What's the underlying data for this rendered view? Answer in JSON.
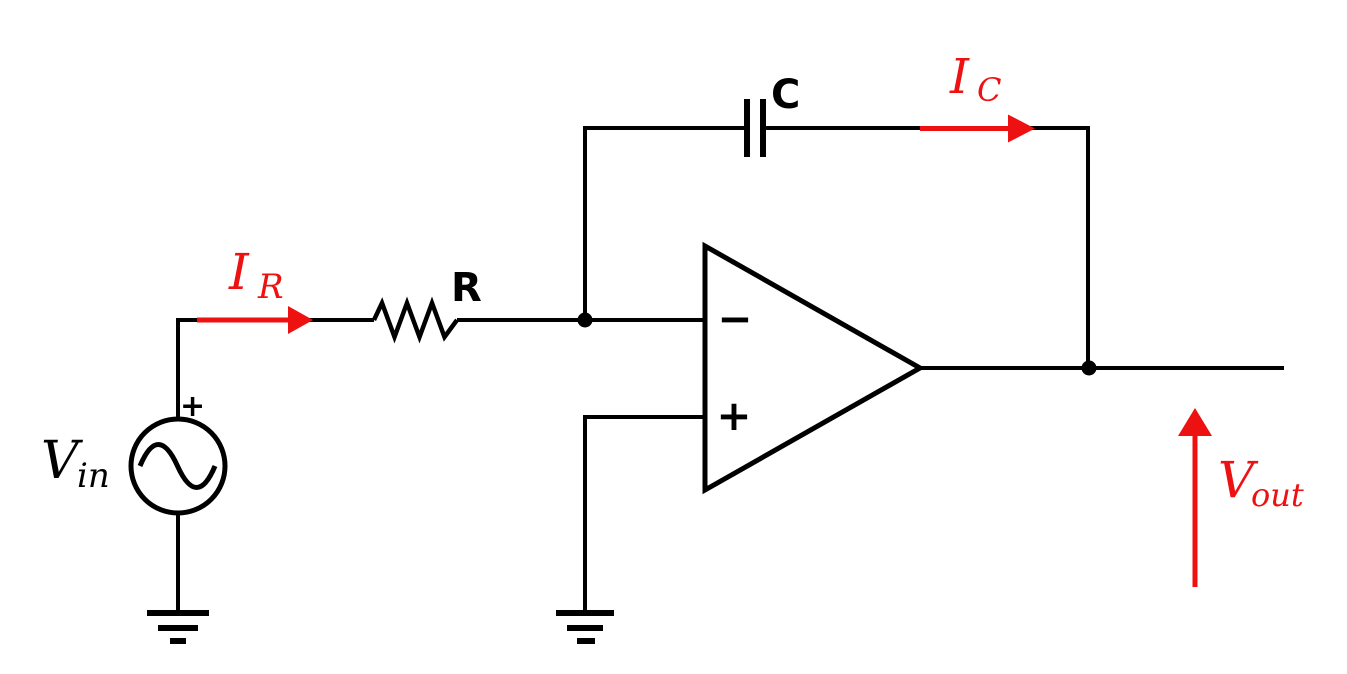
{
  "page": {
    "background": "#ffffff",
    "description": "op-amp integrator circuit schematic"
  },
  "colors": {
    "wire": "#000000",
    "current": "#ee1111"
  },
  "labels": {
    "input_voltage": {
      "base": "V",
      "sub": "in"
    },
    "resistor_current": {
      "base": "I",
      "sub": "R"
    },
    "resistor": "R",
    "capacitor": "C",
    "capacitor_current": {
      "base": "I",
      "sub": "C"
    },
    "output_voltage": {
      "base": "V",
      "sub": "out"
    }
  },
  "opamp": {
    "inverting_input_sign": "−",
    "noninverting_input_sign": "+"
  },
  "voltage_source": {
    "polarity_sign": "+",
    "type": "ac-sine-source"
  }
}
